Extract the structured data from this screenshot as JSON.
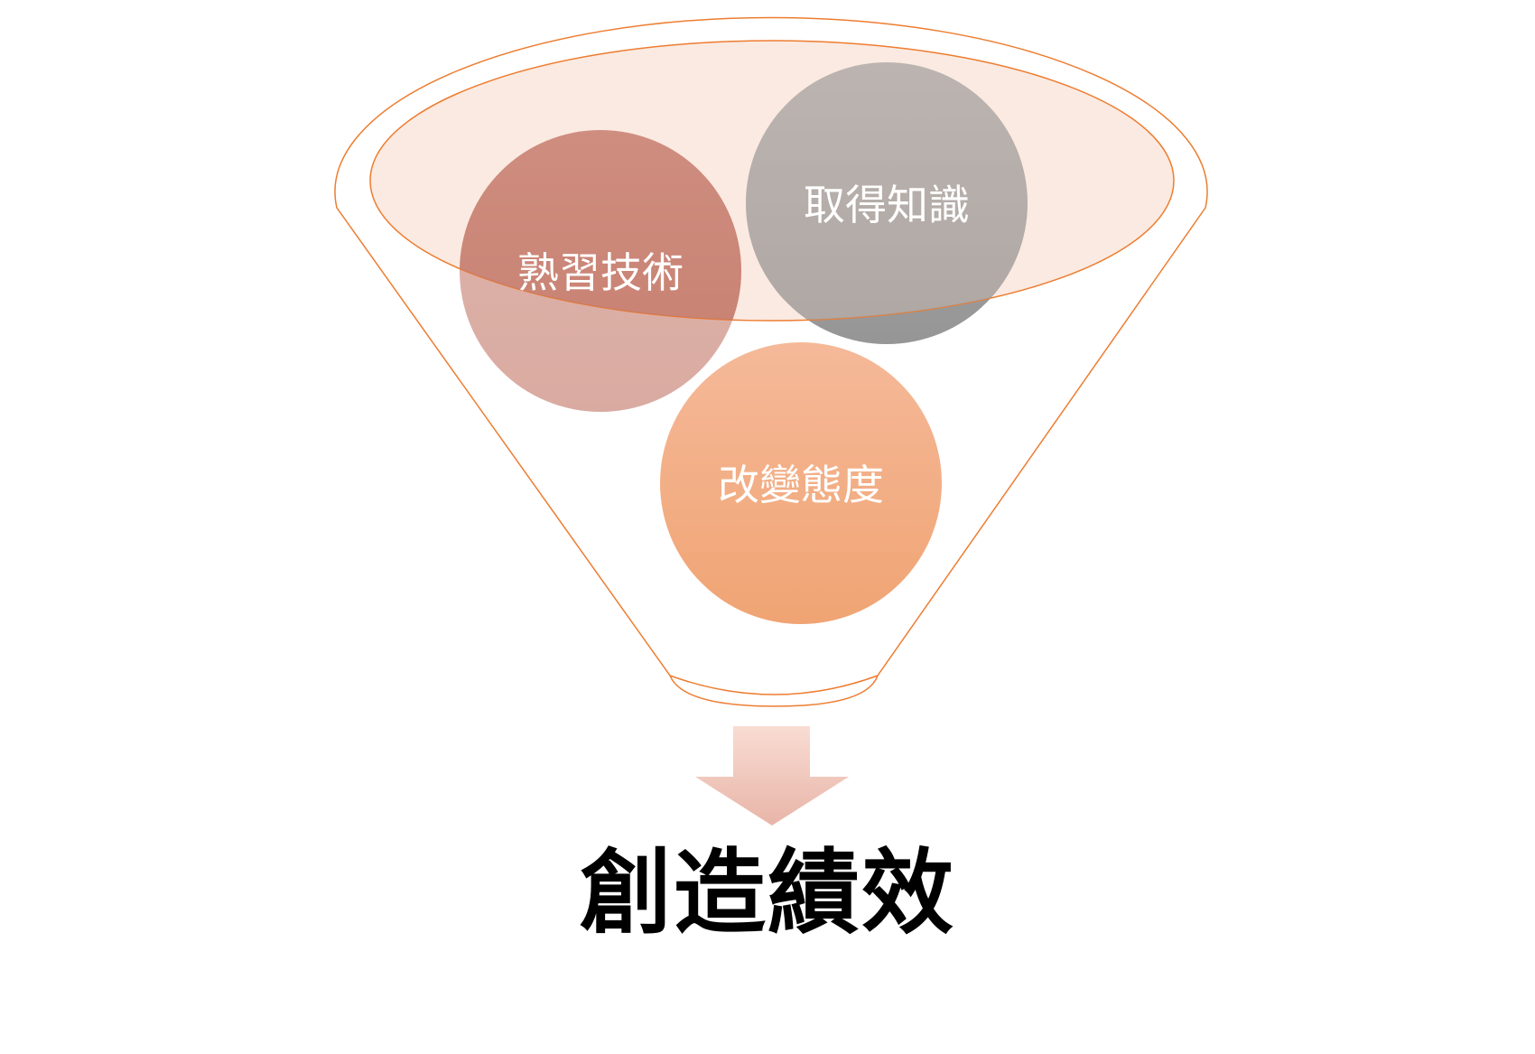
{
  "funnel": {
    "items": [
      {
        "label": "熟習技術",
        "color_top": "#c98375",
        "color_bottom": "#c07262"
      },
      {
        "label": "取得知識",
        "color_top": "#a8a8a8",
        "color_bottom": "#969696"
      },
      {
        "label": "改變態度",
        "color_top": "#f5b999",
        "color_bottom": "#f0a473"
      }
    ],
    "outline_color": "#ed7d31",
    "fill_color": "#fbe5dc"
  },
  "arrow": {
    "color_top": "#f9dcd3",
    "color_bottom": "#e8b5a8"
  },
  "result": {
    "label": "創造績效"
  }
}
